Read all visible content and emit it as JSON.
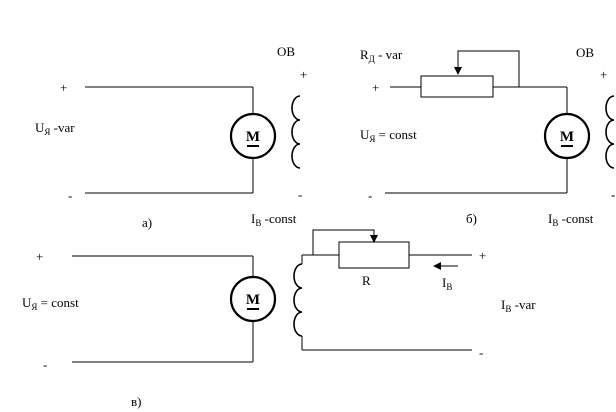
{
  "diagram_a": {
    "label": "а)",
    "plus": "+",
    "minus": "-",
    "ua_main": "U",
    "ua_sub": "Я",
    "ua_rest": " -var",
    "motor": "M",
    "ov_label": "ОВ",
    "ov_plus": "+",
    "ov_minus": "-",
    "ib_main": "I",
    "ib_sub": "В",
    "ib_rest": " -const"
  },
  "diagram_b": {
    "label": "б)",
    "plus": "+",
    "minus": "-",
    "rd_main": "R",
    "rd_sub": "Д",
    "rd_rest": "  - var",
    "ua_main": "U",
    "ua_sub": "Я",
    "ua_rest": "  =  const",
    "motor": "M",
    "ov_label": "ОВ",
    "ov_plus": "+",
    "ov_minus": "-",
    "ib_main": "I",
    "ib_sub": "В",
    "ib_rest": " -const"
  },
  "diagram_v": {
    "label": "в)",
    "plus": "+",
    "minus": "-",
    "ua_main": "U",
    "ua_sub": "Я",
    "ua_rest": " = const",
    "motor": "M",
    "r_label": "R",
    "ib_arrow_main": "I",
    "ib_arrow_sub": "В",
    "right_plus": "+",
    "right_minus": "-",
    "ib_main": "I",
    "ib_sub": "В",
    "ib_rest": " -var"
  }
}
